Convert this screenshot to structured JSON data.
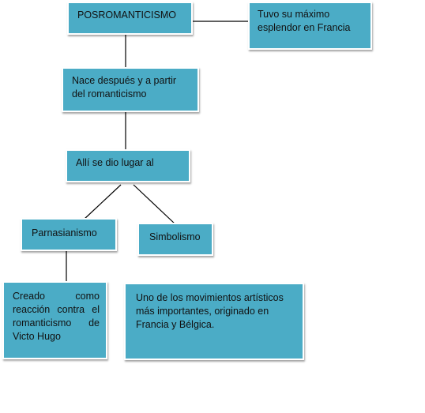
{
  "diagram": {
    "colors": {
      "box_fill": "#4bacc6",
      "box_border": "#ffffff",
      "line": "#000000"
    },
    "nodes": {
      "posromanticismo": "POSROMANTICISMO",
      "maximo_esplendor": "Tuvo su máximo esplendor en Francia",
      "nace_despues": "Nace después y a partir del romanticismo",
      "alli_se_dio": "Allí se dio lugar al",
      "parnasianismo": "Parnasianismo",
      "simbolismo": "Simbolismo",
      "creado_como": "Creado como reacción contra el romanticismo de Victo Hugo",
      "uno_de_los": "Uno de los movimientos artísticos más importantes, originado en Francia y Bélgica."
    }
  }
}
